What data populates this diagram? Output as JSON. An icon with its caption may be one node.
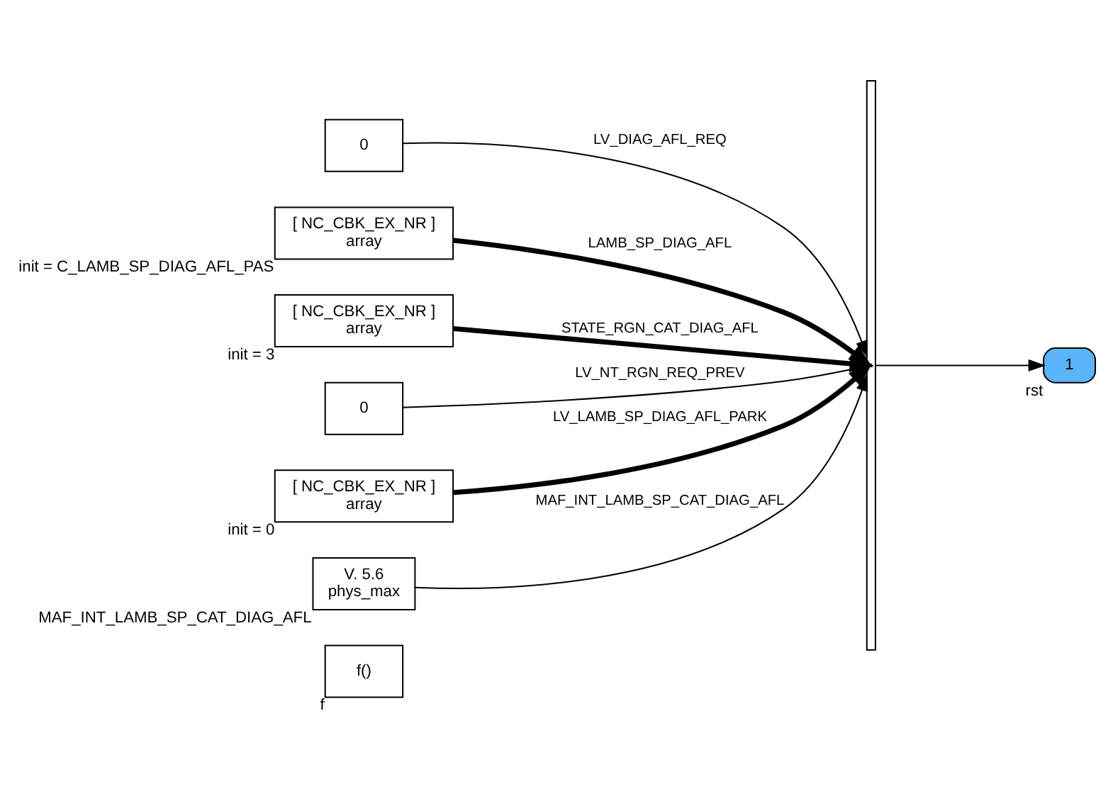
{
  "diagram": {
    "nodes": [
      {
        "text": [
          "f()"
        ],
        "beside": [
          "f"
        ]
      },
      {
        "text": [
          "0"
        ]
      },
      {
        "text": [
          "[ NC_CBK_EX_NR ]",
          "array"
        ],
        "beside": [
          "init = C_LAMB_SP_DIAG_AFL_PAS"
        ]
      },
      {
        "text": [
          "[ NC_CBK_EX_NR ]",
          "array"
        ],
        "beside": [
          "init = 3"
        ]
      },
      {
        "text": [
          "0"
        ]
      },
      {
        "text": [
          "[ NC_CBK_EX_NR ]",
          "array"
        ],
        "beside": [
          "init = 0"
        ]
      },
      {
        "text": [
          "V. 5.6",
          "phys_max"
        ],
        "beside": [
          "MAF_INT_LAMB_SP_CAT_DIAG_AFL"
        ]
      },
      {
        "text": [],
        "shape": "bar"
      },
      {
        "text": [
          "1"
        ],
        "beside": [
          "rst"
        ]
      }
    ],
    "edges": [
      {
        "from": 1,
        "to": 7,
        "arrow": "to",
        "label": "LV_DIAG_AFL_REQ"
      },
      {
        "from": 2,
        "to": 7,
        "arrow": "to",
        "label": "LAMB_SP_DIAG_AFL",
        "style": "thick"
      },
      {
        "from": 3,
        "to": 7,
        "arrow": "to",
        "label": "STATE_RGN_CAT_DIAG_AFL",
        "style": "thick"
      },
      {
        "from": 4,
        "to": 7,
        "arrow": "to",
        "label": "LV_NT_RGN_REQ_PREV"
      },
      {
        "from": 5,
        "to": 7,
        "arrow": "to",
        "label": "LV_LAMB_SP_DIAG_AFL_PARK",
        "style": "thick"
      },
      {
        "from": 6,
        "to": 7,
        "arrow": "to",
        "label": "MAF_INT_LAMB_SP_CAT_DIAG_AFL"
      },
      {
        "from": 7,
        "to": 8,
        "arrow": "to"
      }
    ]
  }
}
